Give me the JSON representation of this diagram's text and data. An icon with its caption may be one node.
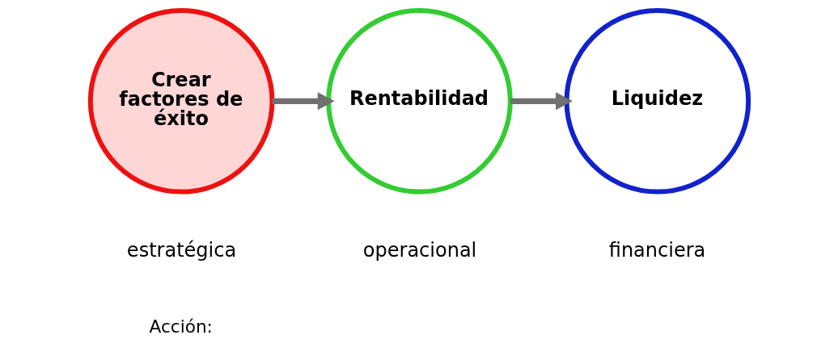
{
  "diagram": {
    "nodes": [
      {
        "text": [
          "Crear factores de éxito"
        ],
        "beside": [
          "estratégica"
        ]
      },
      {
        "text": [
          "Rentabilidad"
        ],
        "beside": [
          "operacional"
        ]
      },
      {
        "text": [
          "Liquidez"
        ],
        "beside": [
          "financiera"
        ]
      }
    ],
    "edges": [
      {
        "from": 0,
        "to": 1,
        "arrow": "to"
      },
      {
        "from": 1,
        "to": 2,
        "arrow": "to"
      }
    ],
    "labels": [
      "Acción:"
    ]
  }
}
